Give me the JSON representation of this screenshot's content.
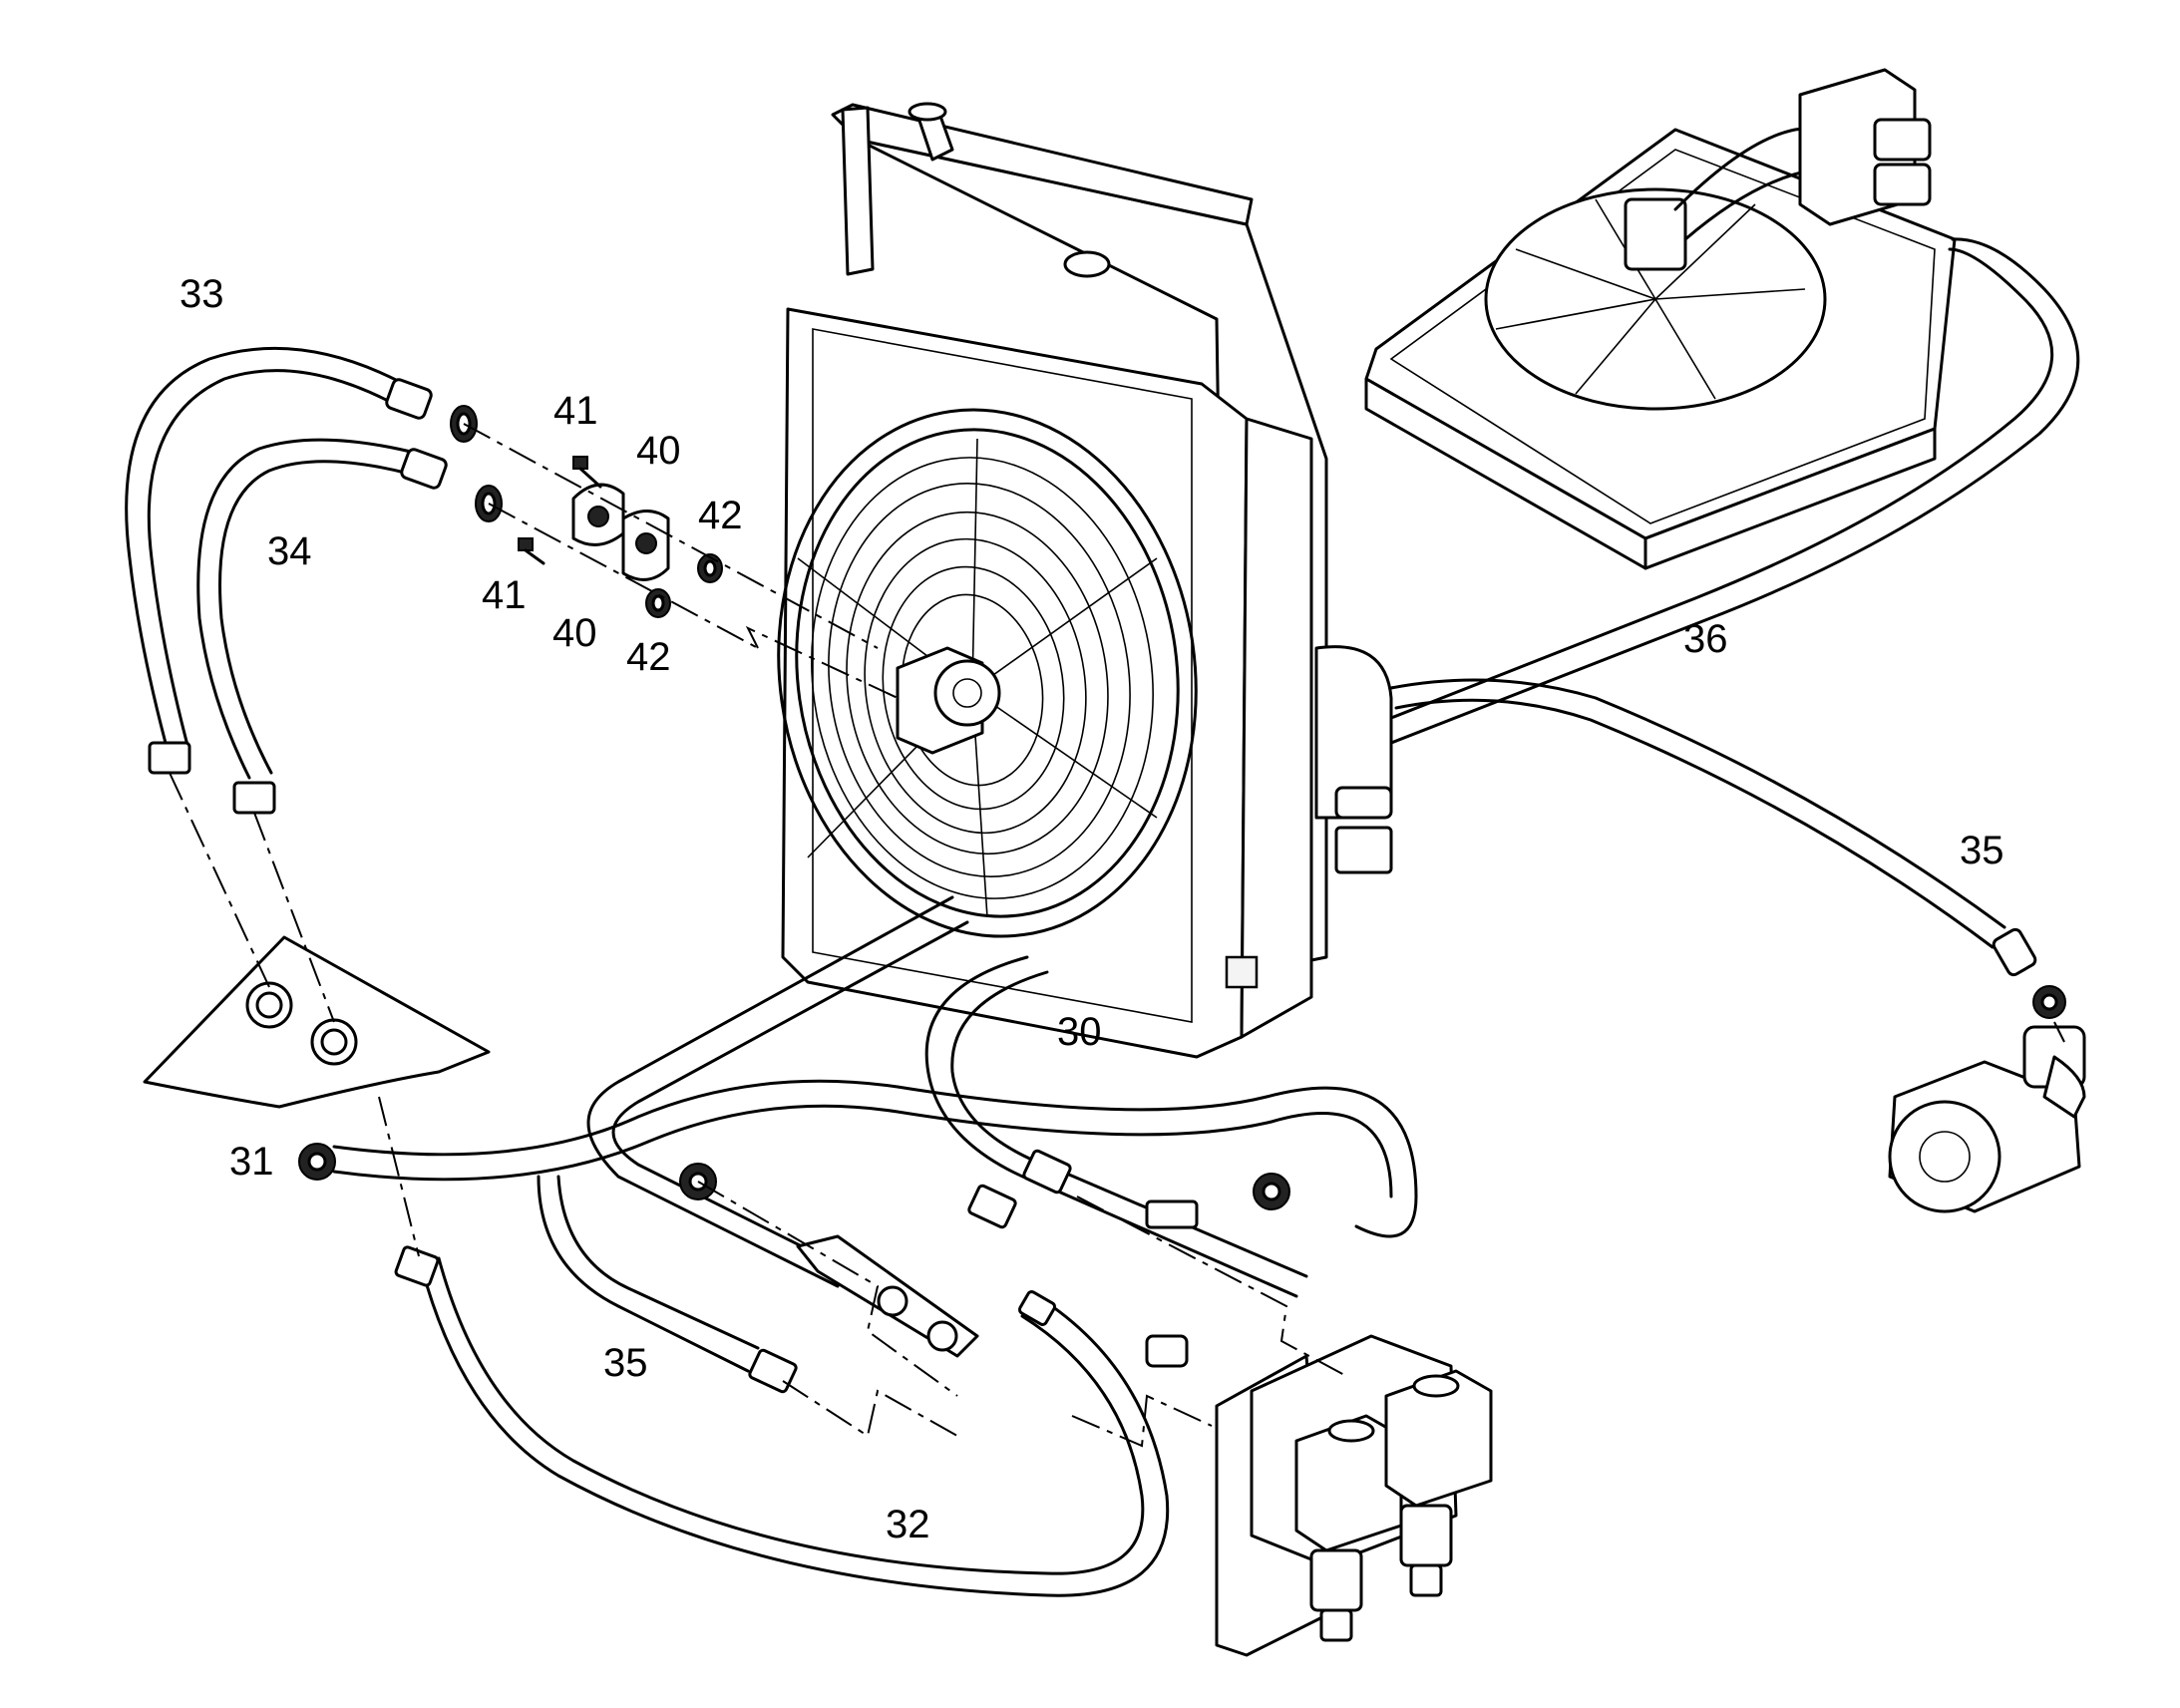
{
  "callouts": {
    "c30": "30",
    "c31": "31",
    "c32": "32",
    "c33": "33",
    "c34": "34",
    "c35a": "35",
    "c35b": "35",
    "c36": "36",
    "c40a": "40",
    "c40b": "40",
    "c41a": "41",
    "c41b": "41",
    "c42a": "42",
    "c42b": "42"
  }
}
